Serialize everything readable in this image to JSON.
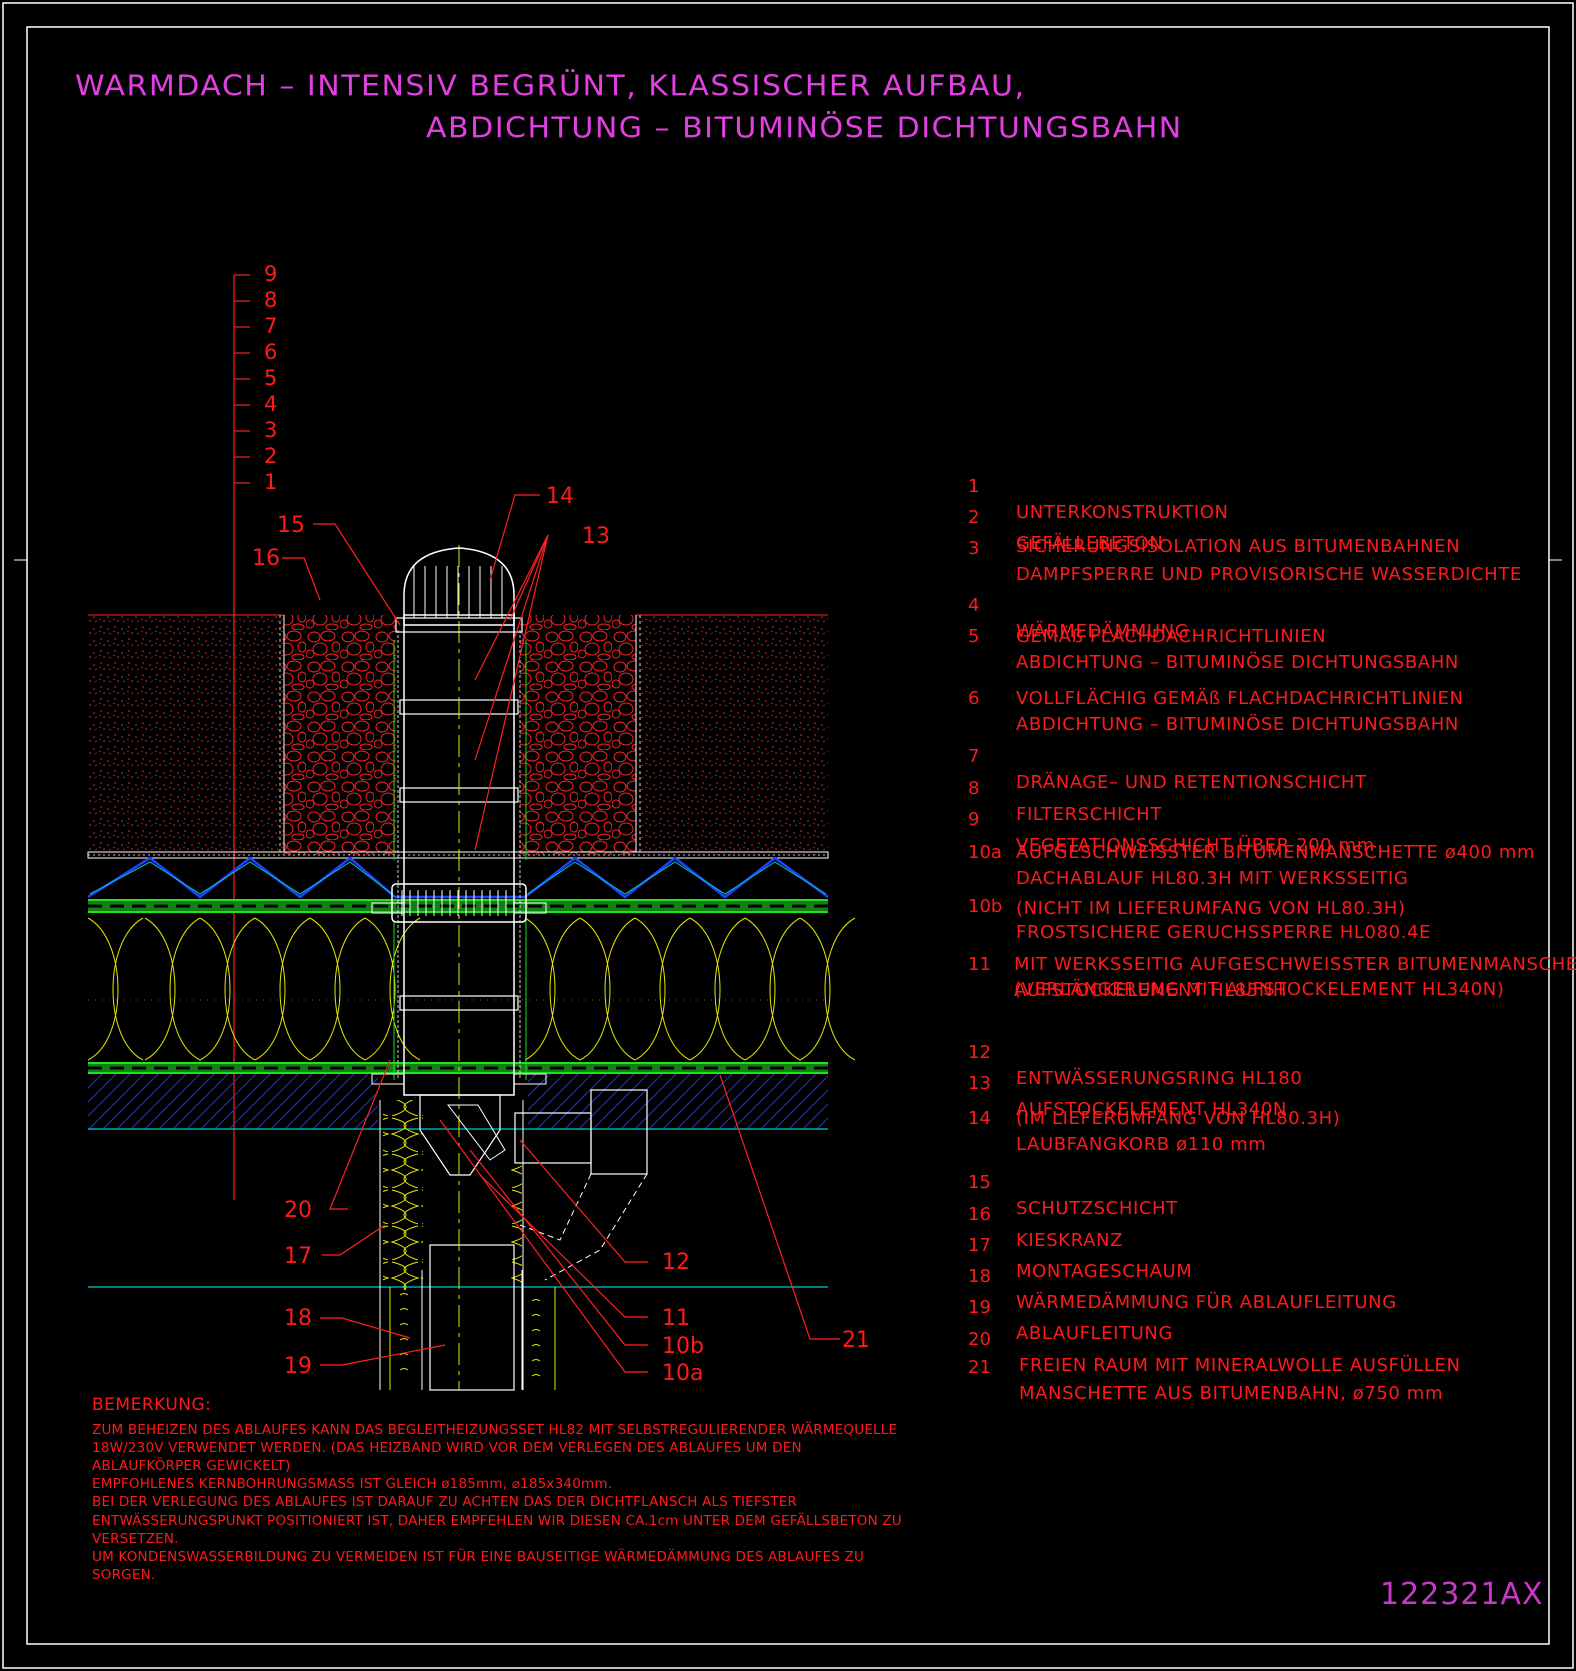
{
  "title": {
    "line1": "WARMDACH – INTENSIV BEGRÜNT, KLASSISCHER AUFBAU,",
    "line2": "ABDICHTUNG – BITUMINÖSE DICHTUNGSBAHN"
  },
  "drawing_number": "122321AX",
  "colors": {
    "background": "#000000",
    "frame": "#ffffff",
    "title": "#e040e0",
    "text": "#ff1a1a",
    "insulation": "#e6e600",
    "membrane": "#20e020",
    "drainage": "#2040ff",
    "concrete": "#2030c0",
    "cyan": "#00c8c8"
  },
  "scale_numbers": [
    "9",
    "8",
    "7",
    "6",
    "5",
    "4",
    "3",
    "2",
    "1"
  ],
  "callouts": {
    "c14": "14",
    "c13": "13",
    "c15": "15",
    "c16": "16",
    "c20": "20",
    "c17": "17",
    "c18": "18",
    "c19": "19",
    "c12": "12",
    "c11": "11",
    "c10b": "10b",
    "c10a": "10a",
    "c21": "21"
  },
  "legend": [
    {
      "num": "1",
      "lines": [
        "UNTERKONSTRUKTION"
      ]
    },
    {
      "num": "2",
      "lines": [
        "GEFÄLLEBETON"
      ]
    },
    {
      "num": "3",
      "lines": [
        "DAMPFSPERRE UND PROVISORISCHE WASSERDICHTE",
        "SICHERUNGSISOLATION AUS BITUMENBAHNEN"
      ]
    },
    {
      "num": "4",
      "lines": [
        "WÄRMEDÄMMUNG"
      ]
    },
    {
      "num": "5",
      "lines": [
        "ABDICHTUNG – BITUMINÖSE DICHTUNGSBAHN",
        "GEMÄß FLACHDACHRICHTLINIEN"
      ]
    },
    {
      "num": "6",
      "lines": [
        "ABDICHTUNG – BITUMINÖSE DICHTUNGSBAHN",
        "VOLLFLÄCHIG GEMÄß FLACHDACHRICHTLINIEN"
      ]
    },
    {
      "num": "7",
      "lines": [
        "DRÄNAGE– UND RETENTIONSCHICHT"
      ]
    },
    {
      "num": "8",
      "lines": [
        "FILTERSCHICHT"
      ]
    },
    {
      "num": "9",
      "lines": [
        "VEGETATIONSSCHICHT ÜBER 200 mm"
      ]
    },
    {
      "num": "10a",
      "lines": [
        "DACHABLAUF HL80.3H MIT WERKSSEITIG",
        "AUFGESCHWEISSTER BITUMENMANSCHETTE ø400 mm"
      ]
    },
    {
      "num": "10b",
      "lines": [
        "FROSTSICHERE GERUCHSSPERRE HL080.4E",
        "(NICHT IM LIEFERUMFANG VON HL80.3H)"
      ]
    },
    {
      "num": "11",
      "lines": [
        "AUFSTOCKELEMENT HL85NH",
        "MIT WERKSSEITIG AUFGESCHWEISSTER BITUMENMANSCHETTE",
        "(VERLÄNGERUNG MIT AUFSTOCKELEMENT HL340N)"
      ]
    },
    {
      "num": "12",
      "lines": [
        "ENTWÄSSERUNGSRING HL180"
      ]
    },
    {
      "num": "13",
      "lines": [
        "AUFSTOCKELEMENT HL340N"
      ]
    },
    {
      "num": "14",
      "lines": [
        "LAUBFANGKORB ø110 mm",
        "(IM LIEFERUMFANG VON HL80.3H)"
      ]
    },
    {
      "num": "15",
      "lines": [
        "SCHUTZSCHICHT"
      ]
    },
    {
      "num": "16",
      "lines": [
        "KIESKRANZ"
      ]
    },
    {
      "num": "17",
      "lines": [
        "MONTAGESCHAUM"
      ]
    },
    {
      "num": "18",
      "lines": [
        "WÄRMEDÄMMUNG FÜR ABLAUFLEITUNG"
      ]
    },
    {
      "num": "19",
      "lines": [
        "ABLAUFLEITUNG"
      ]
    },
    {
      "num": "20",
      "lines": [
        "FREIEN RAUM MIT MINERALWOLLE AUSFÜLLEN"
      ]
    },
    {
      "num": "21",
      "lines": [
        "MANSCHETTE AUS BITUMENBAHN, ø750 mm"
      ]
    }
  ],
  "remarks": {
    "title": "BEMERKUNG:",
    "lines": [
      "ZUM BEHEIZEN DES ABLAUFES KANN DAS BEGLEITHEIZUNGSSET HL82 MIT SELBSTREGULIERENDER WÄRMEQUELLE",
      "18W/230V VERWENDET WERDEN. (DAS HEIZBAND WIRD VOR DEM VERLEGEN DES ABLAUFES UM DEN",
      "ABLAUFKÖRPER GEWICKELT)",
      "EMPFOHLENES KERNBOHRUNGSMASS IST GLEICH ø185mm, ⌀185x340mm.",
      "BEI DER VERLEGUNG DES ABLAUFES IST DARAUF ZU ACHTEN DAS DER DICHTFLANSCH ALS TIEFSTER",
      "ENTWÄSSERUNGSPUNKT POSITIONIERT IST, DAHER EMPFEHLEN WIR DIESEN CA.1cm UNTER DEM GEFÄLLSBETON ZU",
      "VERSETZEN.",
      "UM KONDENSWASSERBILDUNG ZU VERMEIDEN IST FÜR EINE BAUSEITIGE WÄRMEDÄMMUNG DES ABLAUFES ZU",
      "SORGEN."
    ]
  }
}
